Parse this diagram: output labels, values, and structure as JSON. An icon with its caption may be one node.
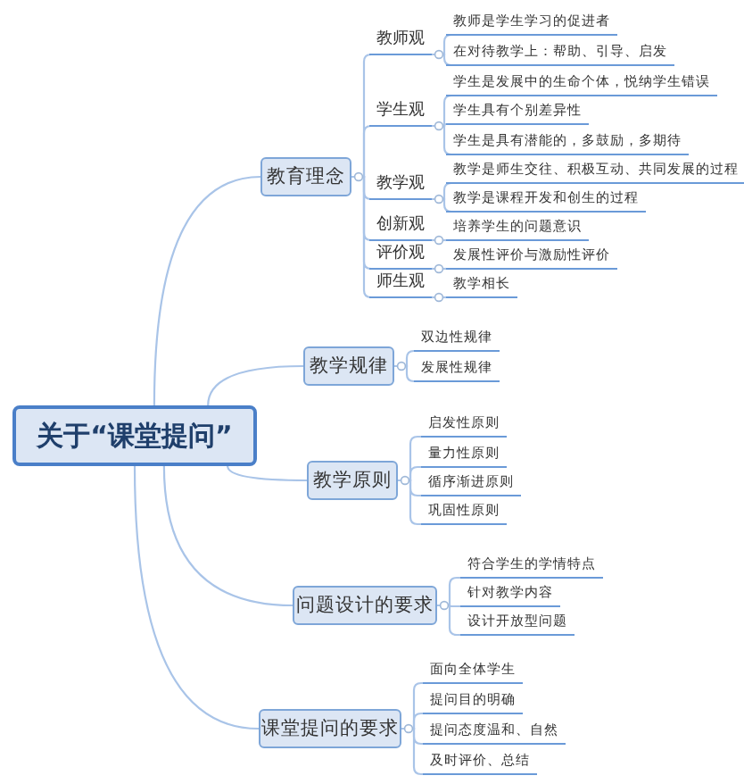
{
  "diagram": {
    "nodes": [
      {
        "text": [
          "关于“课堂提问”"
        ]
      },
      {
        "text": [
          "教育理念"
        ]
      },
      {
        "text": [
          "教师观"
        ]
      },
      {
        "text": [
          "教师是学生学习的促进者"
        ]
      },
      {
        "text": [
          "在对待教学上：帮助、引导、启发"
        ]
      },
      {
        "text": [
          "学生观"
        ]
      },
      {
        "text": [
          "学生是发展中的生命个体，悦纳学生错误"
        ]
      },
      {
        "text": [
          "学生具有个别差异性"
        ]
      },
      {
        "text": [
          "学生是具有潜能的，多鼓励，多期待"
        ]
      },
      {
        "text": [
          "教学观"
        ]
      },
      {
        "text": [
          "教学是师生交往、积极互动、共同发展的过程"
        ]
      },
      {
        "text": [
          "教学是课程开发和创生的过程"
        ]
      },
      {
        "text": [
          "创新观"
        ]
      },
      {
        "text": [
          "培养学生的问题意识"
        ]
      },
      {
        "text": [
          "评价观"
        ]
      },
      {
        "text": [
          "发展性评价与激励性评价"
        ]
      },
      {
        "text": [
          "师生观"
        ]
      },
      {
        "text": [
          "教学相长"
        ]
      },
      {
        "text": [
          "教学规律"
        ]
      },
      {
        "text": [
          "双边性规律"
        ]
      },
      {
        "text": [
          "发展性规律"
        ]
      },
      {
        "text": [
          "教学原则"
        ]
      },
      {
        "text": [
          "启发性原则"
        ]
      },
      {
        "text": [
          "量力性原则"
        ]
      },
      {
        "text": [
          "循序渐进原则"
        ]
      },
      {
        "text": [
          "巩固性原则"
        ]
      },
      {
        "text": [
          "问题设计的要求"
        ]
      },
      {
        "text": [
          "符合学生的学情特点"
        ]
      },
      {
        "text": [
          "针对教学内容"
        ]
      },
      {
        "text": [
          "设计开放型问题"
        ]
      },
      {
        "text": [
          "课堂提问的要求"
        ]
      },
      {
        "text": [
          "面向全体学生"
        ]
      },
      {
        "text": [
          "提问目的明确"
        ]
      },
      {
        "text": [
          "提问态度温和、自然"
        ]
      },
      {
        "text": [
          "及时评价、总结"
        ]
      }
    ],
    "edges": [
      {
        "from": 0,
        "to": 1,
        "arrow": "none"
      },
      {
        "from": 0,
        "to": 18,
        "arrow": "none"
      },
      {
        "from": 0,
        "to": 21,
        "arrow": "none"
      },
      {
        "from": 0,
        "to": 26,
        "arrow": "none"
      },
      {
        "from": 0,
        "to": 30,
        "arrow": "none"
      },
      {
        "from": 1,
        "to": 2,
        "arrow": "none"
      },
      {
        "from": 1,
        "to": 5,
        "arrow": "none"
      },
      {
        "from": 1,
        "to": 9,
        "arrow": "none"
      },
      {
        "from": 1,
        "to": 12,
        "arrow": "none"
      },
      {
        "from": 1,
        "to": 14,
        "arrow": "none"
      },
      {
        "from": 1,
        "to": 16,
        "arrow": "none"
      },
      {
        "from": 2,
        "to": 3,
        "arrow": "none"
      },
      {
        "from": 2,
        "to": 4,
        "arrow": "none"
      },
      {
        "from": 5,
        "to": 6,
        "arrow": "none"
      },
      {
        "from": 5,
        "to": 7,
        "arrow": "none"
      },
      {
        "from": 5,
        "to": 8,
        "arrow": "none"
      },
      {
        "from": 9,
        "to": 10,
        "arrow": "none"
      },
      {
        "from": 9,
        "to": 11,
        "arrow": "none"
      },
      {
        "from": 12,
        "to": 13,
        "arrow": "none"
      },
      {
        "from": 14,
        "to": 15,
        "arrow": "none"
      },
      {
        "from": 16,
        "to": 17,
        "arrow": "none"
      },
      {
        "from": 18,
        "to": 19,
        "arrow": "none"
      },
      {
        "from": 18,
        "to": 20,
        "arrow": "none"
      },
      {
        "from": 21,
        "to": 22,
        "arrow": "none"
      },
      {
        "from": 21,
        "to": 23,
        "arrow": "none"
      },
      {
        "from": 21,
        "to": 24,
        "arrow": "none"
      },
      {
        "from": 21,
        "to": 25,
        "arrow": "none"
      },
      {
        "from": 26,
        "to": 27,
        "arrow": "none"
      },
      {
        "from": 26,
        "to": 28,
        "arrow": "none"
      },
      {
        "from": 26,
        "to": 29,
        "arrow": "none"
      },
      {
        "from": 30,
        "to": 31,
        "arrow": "none"
      },
      {
        "from": 30,
        "to": 32,
        "arrow": "none"
      },
      {
        "from": 30,
        "to": 33,
        "arrow": "none"
      },
      {
        "from": 30,
        "to": 34,
        "arrow": "none"
      }
    ]
  }
}
